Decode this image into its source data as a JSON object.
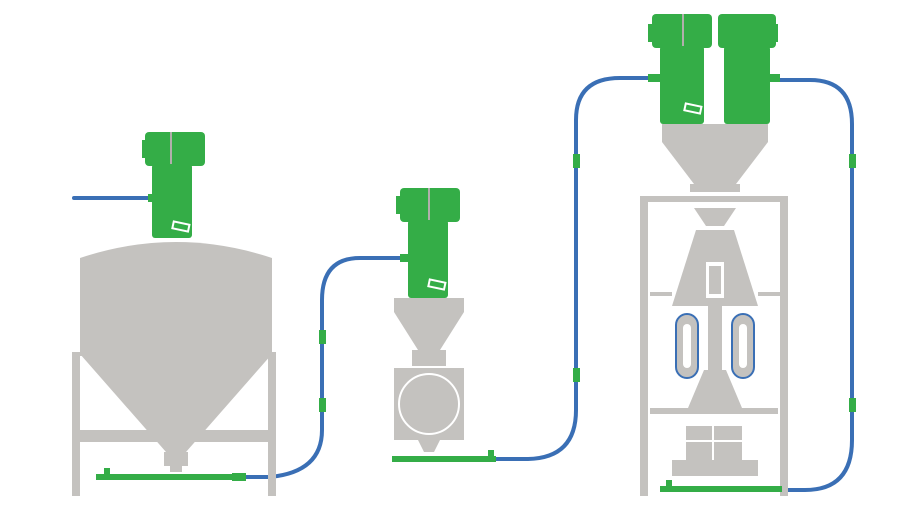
{
  "colors": {
    "equipment_gray": "#c4c2bf",
    "equipment_gray_dark": "#b1afac",
    "conveyor_green": "#34ad47",
    "tube_blue": "#3a6fb5",
    "background": "#ffffff"
  },
  "components": [
    {
      "name": "bulk-bag-hopper",
      "icon": "hopper-icon"
    },
    {
      "name": "vacuum-receiver-1",
      "icon": "vacuum-receiver-icon"
    },
    {
      "name": "vacuum-receiver-2",
      "icon": "vacuum-receiver-icon"
    },
    {
      "name": "rotary-valve",
      "icon": "rotary-valve-icon"
    },
    {
      "name": "twin-vacuum-receivers",
      "icon": "vacuum-receiver-icon"
    },
    {
      "name": "vertical-form-fill-seal-bagger",
      "icon": "bagger-icon"
    },
    {
      "name": "conveying-tubes",
      "icon": "tube-icon"
    }
  ]
}
